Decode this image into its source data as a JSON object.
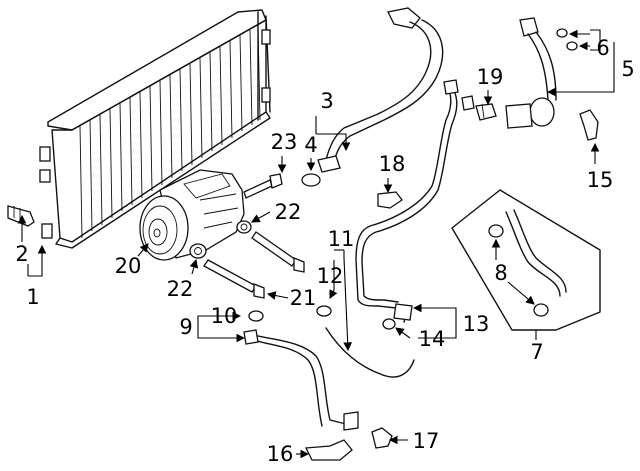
{
  "callouts": {
    "c1": "1",
    "c2": "2",
    "c3": "3",
    "c4": "4",
    "c5": "5",
    "c6": "6",
    "c7": "7",
    "c8": "8",
    "c9": "9",
    "c10": "10",
    "c11": "11",
    "c12": "12",
    "c13": "13",
    "c14": "14",
    "c15": "15",
    "c16": "16",
    "c17": "17",
    "c18": "18",
    "c19": "19",
    "c20": "20",
    "c21": "21",
    "c22a": "22",
    "c22b": "22",
    "c23": "23"
  }
}
